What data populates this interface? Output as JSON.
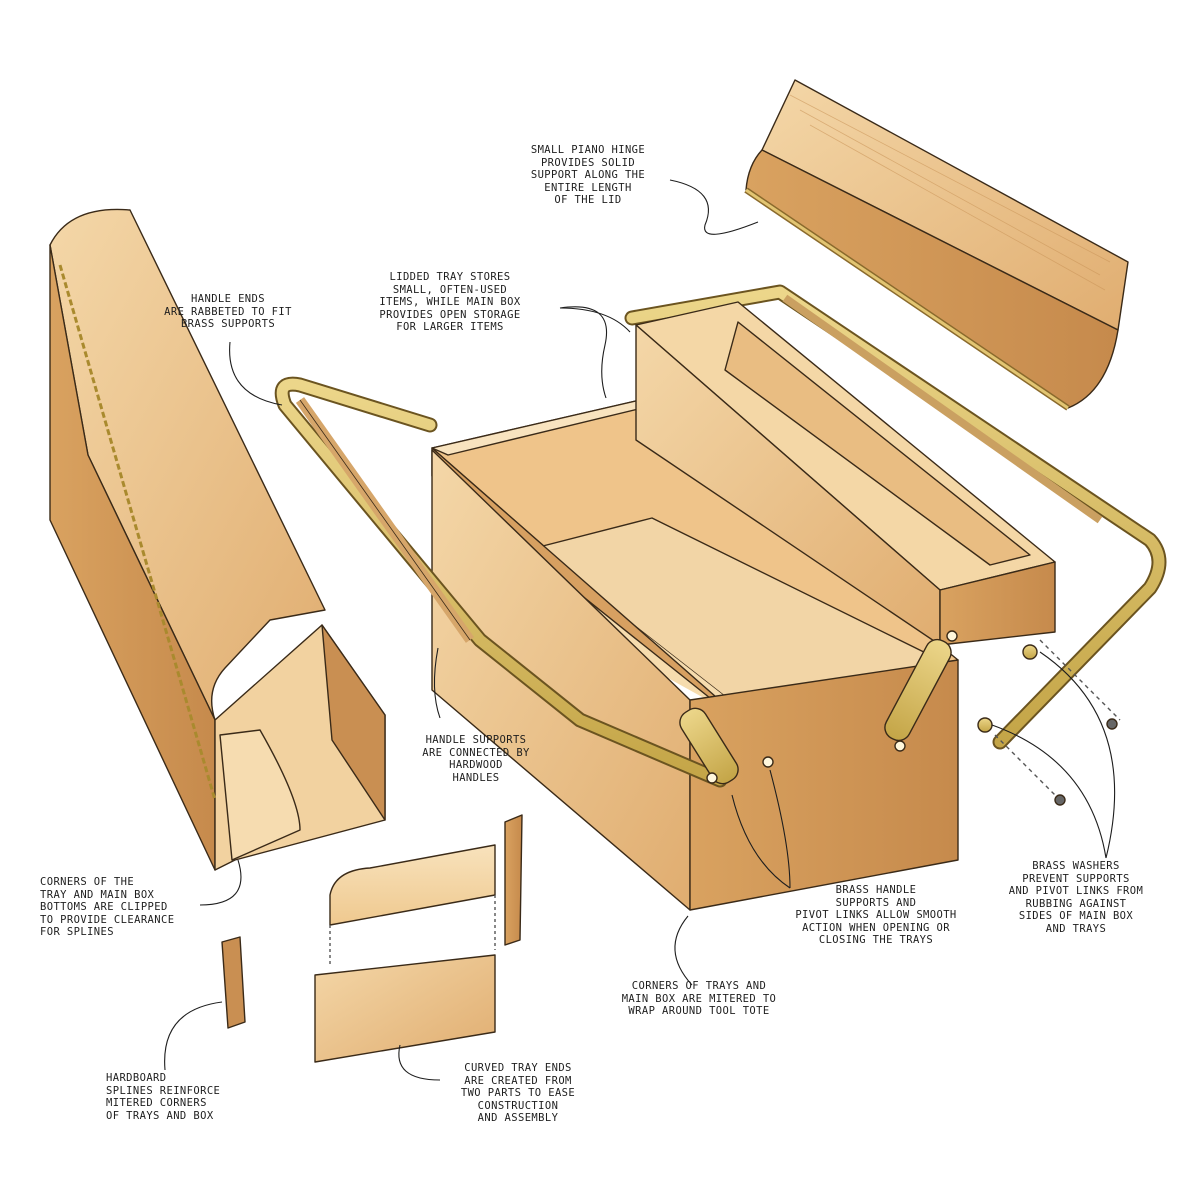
{
  "colors": {
    "wood_light": "#f1d09e",
    "wood_mid": "#e2b47a",
    "wood_dark": "#c98f52",
    "brass": "#d9bd63",
    "brass_dark": "#a98a2e",
    "ink": "#1e1e1e"
  },
  "callouts": {
    "piano_hinge": [
      "SMALL PIANO HINGE",
      "PROVIDES SOLID",
      "SUPPORT ALONG THE",
      "ENTIRE LENGTH",
      "OF THE LID"
    ],
    "lidded_tray": [
      "LIDDED TRAY STORES",
      "SMALL, OFTEN-USED",
      "ITEMS, WHILE MAIN BOX",
      "PROVIDES OPEN STORAGE",
      "FOR LARGER ITEMS"
    ],
    "handle_ends": [
      "HANDLE ENDS",
      "ARE RABBETED TO FIT",
      "BRASS SUPPORTS"
    ],
    "handle_supports": [
      "HANDLE SUPPORTS",
      "ARE CONNECTED BY",
      "HARDWOOD",
      "HANDLES"
    ],
    "corners_clipped": [
      "CORNERS OF THE",
      "TRAY AND MAIN BOX",
      "BOTTOMS ARE CLIPPED",
      "TO PROVIDE CLEARANCE",
      "FOR SPLINES"
    ],
    "pivot_links": [
      "BRASS HANDLE",
      "SUPPORTS AND",
      "PIVOT LINKS ALLOW SMOOTH",
      "ACTION WHEN OPENING OR",
      "CLOSING THE TRAYS"
    ],
    "washers": [
      "BRASS WASHERS",
      "PREVENT SUPPORTS",
      "AND PIVOT LINKS FROM",
      "RUBBING AGAINST",
      "SIDES OF MAIN BOX",
      "AND TRAYS"
    ],
    "corners_mitered": [
      "CORNERS OF TRAYS AND",
      "MAIN BOX ARE MITERED TO",
      "WRAP AROUND TOOL TOTE"
    ],
    "hardboard_splines": [
      "HARDBOARD",
      "SPLINES REINFORCE",
      "MITERED CORNERS",
      "OF TRAYS AND BOX"
    ],
    "curved_tray_ends": [
      "CURVED TRAY ENDS",
      "ARE CREATED FROM",
      "TWO PARTS TO EASE",
      "CONSTRUCTION",
      "AND ASSEMBLY"
    ]
  }
}
